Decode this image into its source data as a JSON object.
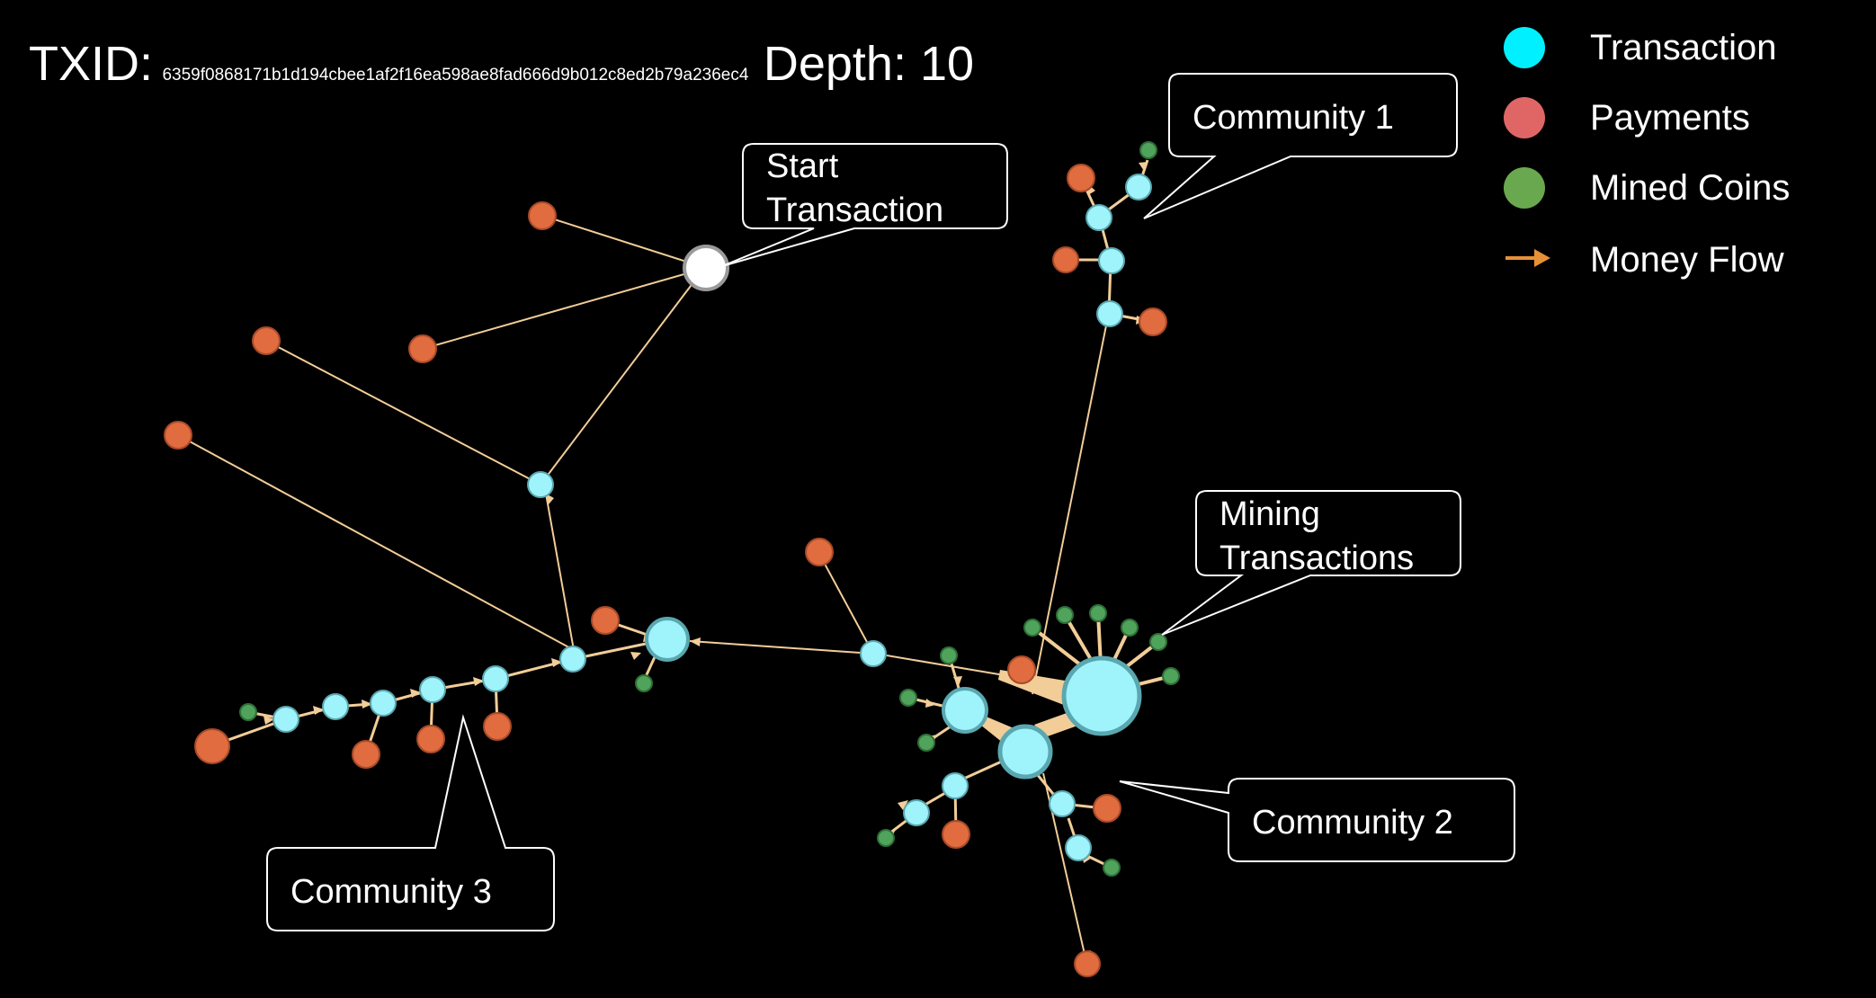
{
  "header": {
    "txid_label": "TXID:",
    "txid_value": "6359f0868171b1d194cbee1af2f16ea598ae8fad666d9b012c8ed2b79a236ec4",
    "depth_label": "Depth: 10"
  },
  "legend": {
    "items": [
      {
        "label": "Transaction",
        "color": "#00f0ff",
        "icon": "circle-icon"
      },
      {
        "label": "Payments",
        "color": "#e06666",
        "icon": "circle-icon"
      },
      {
        "label": "Mined Coins",
        "color": "#6aa84f",
        "icon": "circle-icon"
      },
      {
        "label": "Money Flow",
        "color": "#e69138",
        "icon": "arrow-right-icon"
      }
    ]
  },
  "callouts": {
    "start": [
      "Start",
      "Transaction"
    ],
    "community1": [
      "Community 1"
    ],
    "mining": [
      "Mining",
      "Transactions"
    ],
    "community2": [
      "Community 2"
    ],
    "community3": [
      "Community 3"
    ]
  },
  "colors": {
    "transaction_node": "#9ff3fb",
    "payment_node": "#e06c3f",
    "mined_node": "#4fa35a",
    "start_node": "#ffffff",
    "edge": "#f2cd98"
  }
}
